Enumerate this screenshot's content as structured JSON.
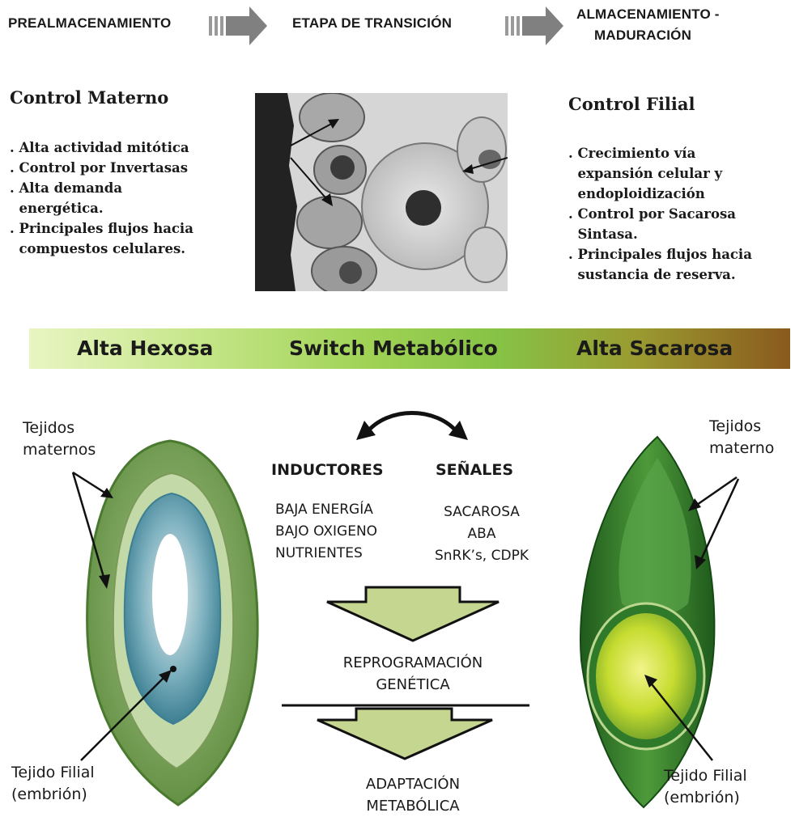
{
  "stages": {
    "stage1": "PREALMACENAMIENTO",
    "stage2": "ETAPA DE TRANSICIÓN",
    "stage3_line1": "ALMACENAMIENTO -",
    "stage3_line2": "MADURACIÓN"
  },
  "left_panel": {
    "title": "Control Materno",
    "items": [
      ". Alta actividad mitótica",
      ". Control por Invertasas",
      ". Alta demanda",
      "  energética.",
      ". Principales flujos hacia",
      "  compuestos celulares."
    ]
  },
  "right_panel": {
    "title": "Control Filial",
    "items": [
      ". Crecimiento vía",
      "  expansión celular y",
      "  endoploidización",
      ". Control por Sacarosa",
      "  Sintasa.",
      ". Principales flujos hacia",
      "  sustancia de reserva."
    ]
  },
  "band": {
    "left": "Alta Hexosa",
    "center": "Switch Metabólico",
    "right": "Alta Sacarosa"
  },
  "left_seed": {
    "label_top_line1": "Tejidos",
    "label_top_line2": "maternos",
    "label_bottom_line1": "Tejido Filial",
    "label_bottom_line2": "(embrión)"
  },
  "right_seed": {
    "label_top_line1": "Tejidos",
    "label_top_line2": "materno",
    "label_bottom_line1": "Tejido Filial",
    "label_bottom_line2": "(embrión)"
  },
  "center": {
    "inductors_title": "INDUCTORES",
    "signals_title": "SEÑALES",
    "inductors": [
      "BAJA ENERGÍA",
      "BAJO OXIGENO",
      "NUTRIENTES"
    ],
    "signals": [
      "SACAROSA",
      "ABA",
      "SnRK’s, CDPK"
    ],
    "step1_line1": "REPROGRAMACIÓN",
    "step1_line2": "GENÉTICA",
    "step2_line1": "ADAPTACIÓN",
    "step2_line2": "METABÓLICA"
  },
  "colors": {
    "stage_arrow": "#808080",
    "band_start": "#e9f5c2",
    "band_mid": "#86c245",
    "band_end": "#8a5a1e",
    "down_arrow_fill": "#c5d690",
    "left_seed_green": "#7fa05a",
    "left_seed_blue": "#4f8fa0",
    "right_seed_green": "#2f7a2a",
    "right_seed_yellow": "#d8e83a"
  }
}
